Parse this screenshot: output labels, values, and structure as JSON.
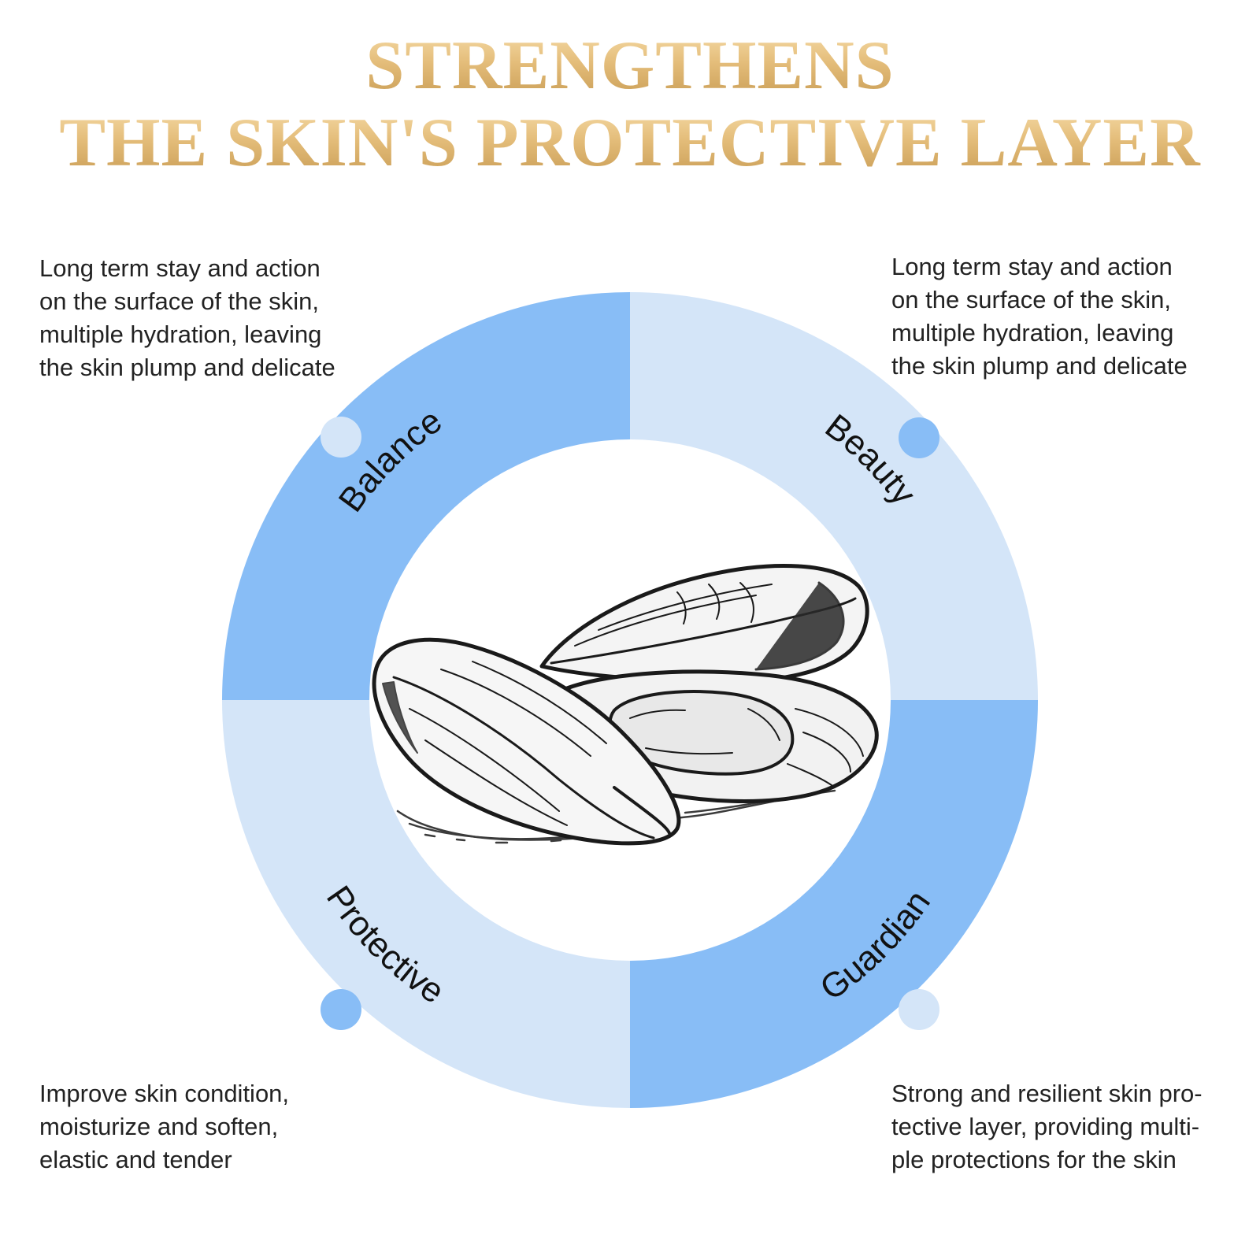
{
  "title": {
    "line1": "STRENGTHENS",
    "line2": "THE SKIN'S PROTECTIVE LAYER"
  },
  "colors": {
    "title_gold": "#e4bd7a",
    "segment_dark": "#88bdf6",
    "segment_light": "#d4e5f8"
  },
  "segments": [
    {
      "label": "Balance",
      "description": "Long term stay and action\non the surface of the skin,\nmultiple hydration, leaving\nthe skin plump and delicate"
    },
    {
      "label": "Beauty",
      "description": "Long term stay and action\non the surface of the skin,\nmultiple hydration, leaving\nthe skin plump and delicate"
    },
    {
      "label": "Guardian",
      "description": "Strong and resilient skin pro-\ntective layer, providing multi-\nple protections for the skin"
    },
    {
      "label": "Protective",
      "description": "Improve skin condition,\nmoisturize and soften,\nelastic and tender"
    }
  ],
  "center_image": "mussel-shell-illustration"
}
